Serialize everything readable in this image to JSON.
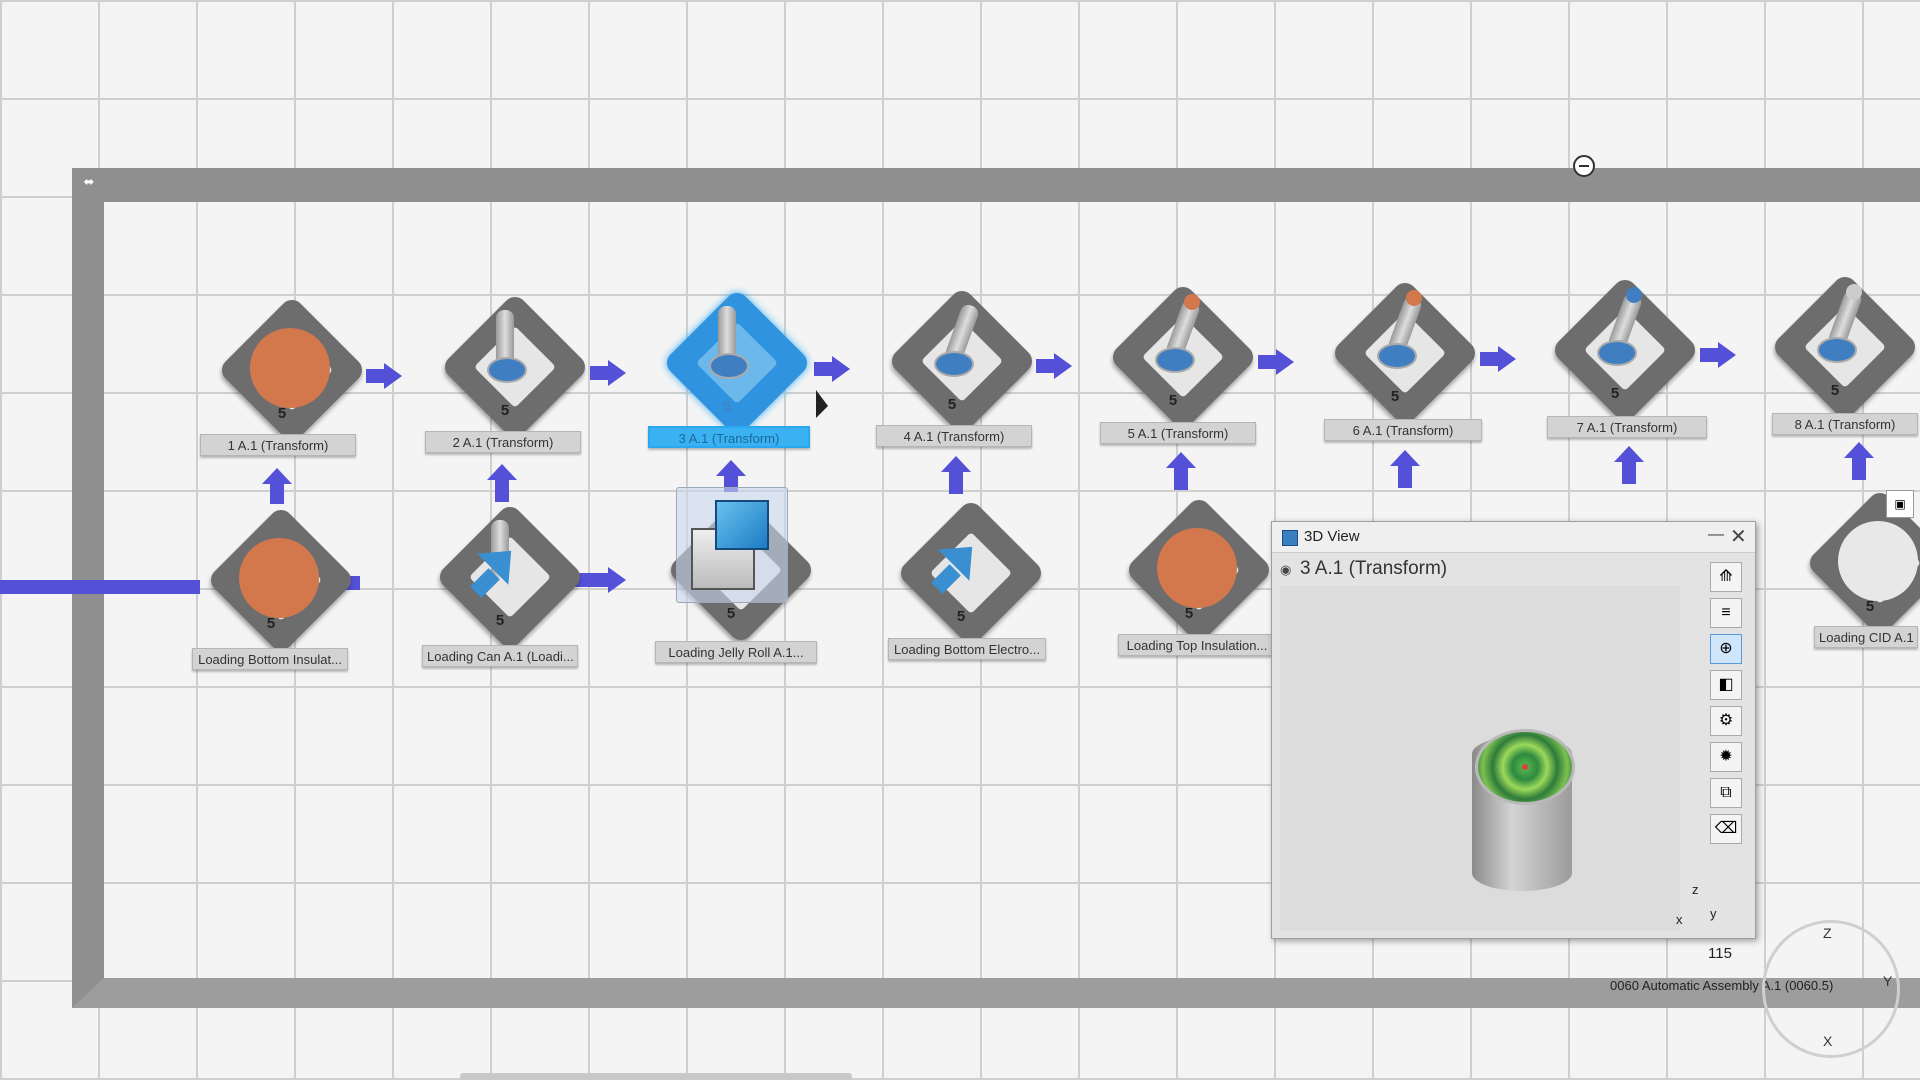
{
  "canvas": {
    "corner_number": "115",
    "assembly_label": "0060 Automatic Assembly A.1 (0060.5)"
  },
  "top_row": [
    {
      "label": "1 A.1 (Transform)",
      "count": "5"
    },
    {
      "label": "2 A.1 (Transform)",
      "count": "5"
    },
    {
      "label": "3 A.1 (Transform)",
      "count": "5"
    },
    {
      "label": "4 A.1 (Transform)",
      "count": "5"
    },
    {
      "label": "5 A.1 (Transform)",
      "count": "5"
    },
    {
      "label": "6 A.1 (Transform)",
      "count": "5"
    },
    {
      "label": "7 A.1 (Transform)",
      "count": "5"
    },
    {
      "label": "8 A.1 (Transform)",
      "count": "5"
    }
  ],
  "bottom_row": [
    {
      "label": "Loading Bottom Insulat...",
      "count": "5"
    },
    {
      "label": "Loading Can A.1 (Loadi...",
      "count": "5"
    },
    {
      "label": "Loading Jelly Roll A.1...",
      "count": "5"
    },
    {
      "label": "Loading Bottom Electro...",
      "count": "5"
    },
    {
      "label": "Loading Top Insulation...",
      "count": "5"
    },
    {
      "label": "Loading CID A.1",
      "count": "5"
    }
  ],
  "view3d": {
    "title": "3D View",
    "subtitle": "3 A.1 (Transform)",
    "axes": {
      "x": "x",
      "y": "y",
      "z": "z"
    }
  },
  "gizmo": {
    "z": "Z",
    "x": "X",
    "y": "Y"
  },
  "colors": {
    "connector": "#5450d8",
    "selected": "#2f93df",
    "material": "#d3784d"
  }
}
